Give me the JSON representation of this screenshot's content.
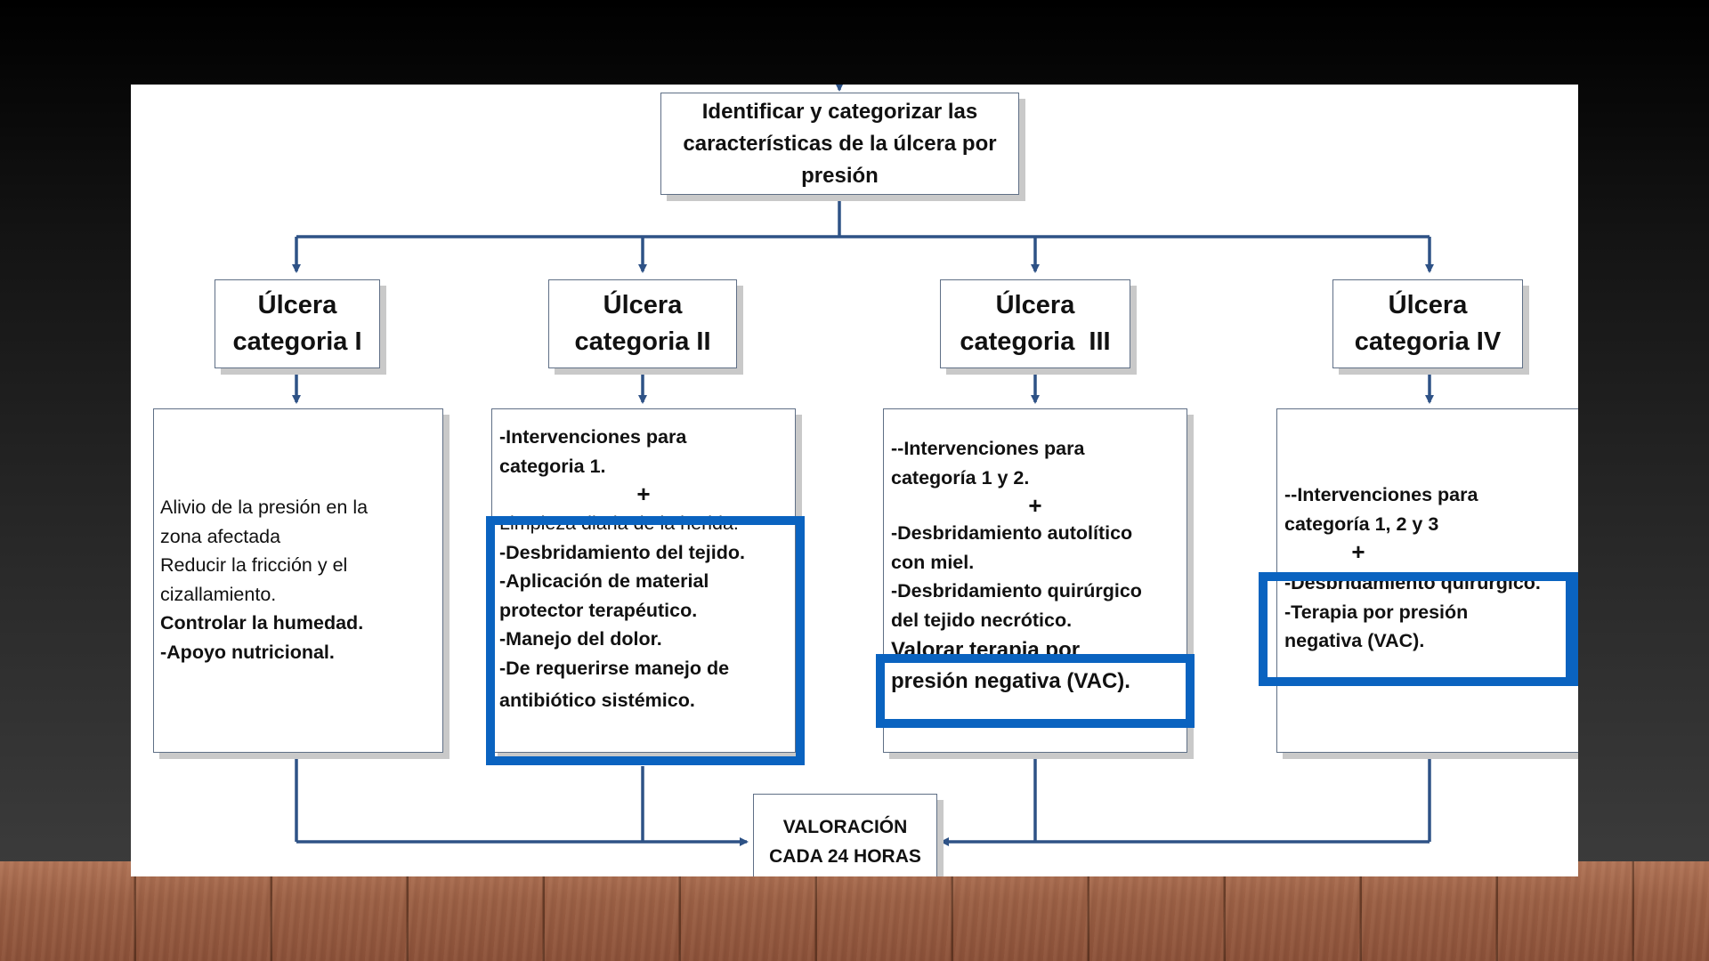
{
  "colors": {
    "highlight": "#0a63c0",
    "connector": "#2e5286",
    "box_border": "#5f6f86"
  },
  "root": {
    "lines": [
      "Identificar y categorizar las",
      "características de la úlcera por",
      "presión"
    ]
  },
  "categories": [
    {
      "lines": [
        "Úlcera",
        "categoria I"
      ]
    },
    {
      "lines": [
        "Úlcera",
        "categoria II"
      ]
    },
    {
      "lines": [
        "Úlcera",
        "categoria  III"
      ]
    },
    {
      "lines": [
        "Úlcera",
        "categoria IV"
      ]
    }
  ],
  "details": {
    "cat1": [
      "Alivio de la presión en la",
      "zona afectada",
      "Reducir la fricción y el",
      "cizallamiento.",
      "Controlar la humedad.",
      "-Apoyo nutricional."
    ],
    "cat2": {
      "intro": [
        "-Intervenciones para",
        "categoria 1."
      ],
      "plus": "+",
      "items": [
        "Limpieza diaria de la herida.",
        "-Desbridamiento del tejido.",
        "-Aplicación de material",
        "protector terapéutico.",
        "-Manejo del dolor.",
        "-De requerirse manejo de",
        "antibiótico sistémico."
      ]
    },
    "cat3": {
      "intro": [
        "--Intervenciones para",
        "categoría 1 y 2."
      ],
      "plus": "+",
      "items": [
        "-Desbridamiento autolítico",
        "con miel.",
        "-Desbridamiento quirúrgico",
        "del tejido necrótico."
      ],
      "highlight": [
        "Valorar terapia por",
        "presión negativa (VAC)."
      ]
    },
    "cat4": {
      "intro": [
        "--Intervenciones para",
        "categoría 1, 2 y 3"
      ],
      "plus": "+",
      "items": [
        "-Desbridamiento quirúrgico.",
        "-Terapia por presión",
        "negativa (VAC)."
      ]
    }
  },
  "evaluation": {
    "lines": [
      "VALORACIÓN",
      "CADA 24 HORAS"
    ]
  }
}
